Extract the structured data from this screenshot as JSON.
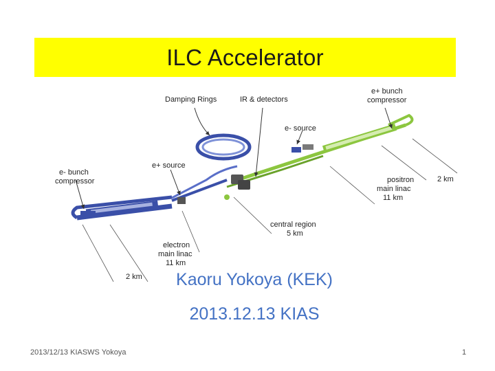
{
  "slide": {
    "title": "ILC Accelerator",
    "author": "Kaoru Yokoya (KEK)",
    "date_venue": "2013.12.13 KIAS",
    "footer": "2013/12/13 KIASWS Yokoya",
    "page_number": "1"
  },
  "diagram": {
    "labels": {
      "damping_rings": "Damping Rings",
      "ir_detectors": "IR & detectors",
      "e_plus_bunch_compressor_1": "e+ bunch",
      "e_plus_bunch_compressor_2": "compressor",
      "e_minus_source": "e- source",
      "e_minus_bunch_compressor_1": "e- bunch",
      "e_minus_bunch_compressor_2": "compressor",
      "e_plus_source": "e+ source",
      "positron_linac_1": "positron",
      "positron_linac_2": "main linac",
      "positron_linac_3": "11 km",
      "two_km_right": "2 km",
      "central_region_1": "central region",
      "central_region_2": "5 km",
      "electron_linac_1": "electron",
      "electron_linac_2": "main linac",
      "electron_linac_3": "11 km",
      "two_km_left": "2 km"
    },
    "colors": {
      "electron_beamline": "#3a4fa8",
      "positron_beamline": "#8cc63f",
      "title_bar": "#ffff00",
      "subtitle_text": "#4472c4"
    }
  }
}
